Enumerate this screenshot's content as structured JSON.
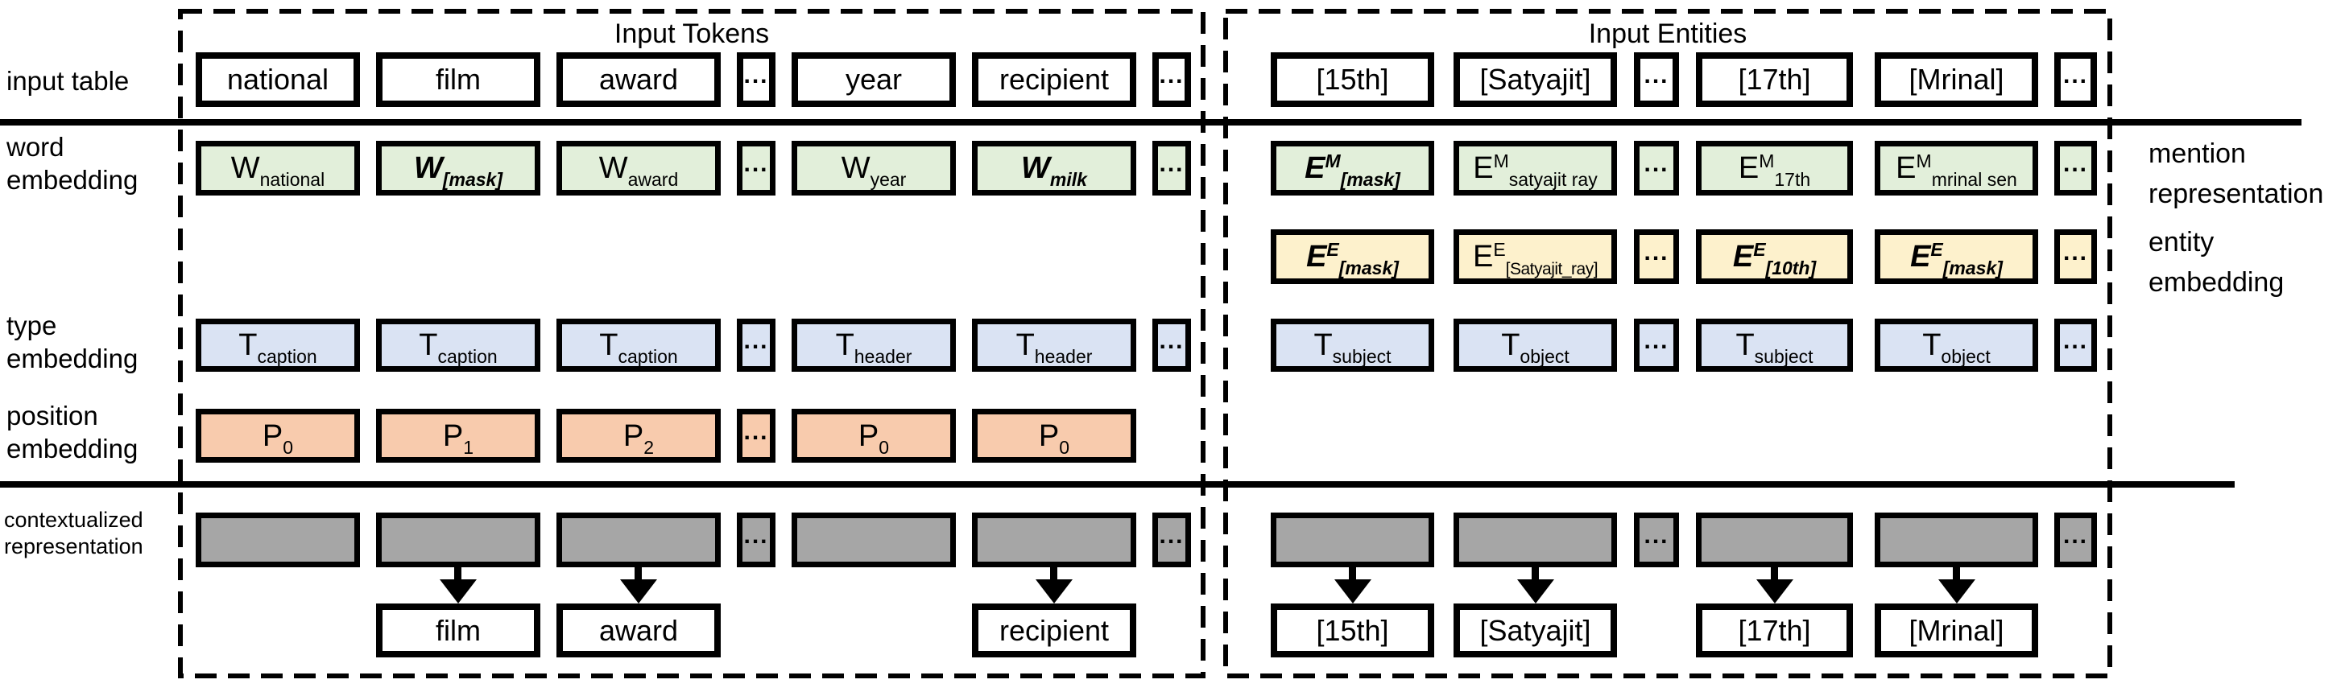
{
  "titles": {
    "tokens": "Input Tokens",
    "entities": "Input Entities"
  },
  "labels": {
    "input_table": "input table",
    "word_embedding": "word\nembedding",
    "type_embedding": "type\nembedding",
    "position_embedding": "position\nembedding",
    "contextualized": "contextualized\nrepresentation",
    "mention": "mention\nrepresentation",
    "entity": "entity\nembedding"
  },
  "ellipsis": "...",
  "colors": {
    "word_embedding_fill": "#E2EFDA",
    "entity_embedding_fill": "#FDF1CC",
    "type_embedding_fill": "#DAE3F3",
    "position_embedding_fill": "#F8CBAD",
    "contextualized_fill": "#A6A6A6",
    "outline": "#000000"
  },
  "rows": {
    "input": {
      "l1": "national",
      "l2": "film",
      "l3": "award",
      "l5": "year",
      "l6": "recipient",
      "r1": "[15th]",
      "r2": "[Satyajit]",
      "r4": "[17th]",
      "r5": "[Mrinal]"
    },
    "word": {
      "l1": {
        "main": "W",
        "sub": "national"
      },
      "l2": {
        "main": "W",
        "sub": "[mask]"
      },
      "l3": {
        "main": "W",
        "sub": "award"
      },
      "l5": {
        "main": "W",
        "sub": "year"
      },
      "l6": {
        "main": "W",
        "sub": "milk"
      },
      "r1": {
        "main": "E",
        "sup": "M",
        "sub": "[mask]"
      },
      "r2": {
        "main": "E",
        "sup": "M",
        "sub": "satyajit ray"
      },
      "r4": {
        "main": "E",
        "sup": "M",
        "sub": "17th"
      },
      "r5": {
        "main": "E",
        "sup": "M",
        "sub": "mrinal sen"
      }
    },
    "entity": {
      "r1": {
        "main": "E",
        "sup": "E",
        "sub": "[mask]"
      },
      "r2": {
        "main": "E",
        "sup": "E",
        "sub": "[Satyajit_ray]"
      },
      "r4": {
        "main": "E",
        "sup": "E",
        "sub": "[10th]"
      },
      "r5": {
        "main": "E",
        "sup": "E",
        "sub": "[mask]"
      }
    },
    "type": {
      "l1": {
        "main": "T",
        "sub": "caption"
      },
      "l2": {
        "main": "T",
        "sub": "caption"
      },
      "l3": {
        "main": "T",
        "sub": "caption"
      },
      "l5": {
        "main": "T",
        "sub": "header"
      },
      "l6": {
        "main": "T",
        "sub": "header"
      },
      "r1": {
        "main": "T",
        "sub": "subject"
      },
      "r2": {
        "main": "T",
        "sub": "object"
      },
      "r4": {
        "main": "T",
        "sub": "subject"
      },
      "r5": {
        "main": "T",
        "sub": "object"
      }
    },
    "position": {
      "l1": {
        "main": "P",
        "sub": "0"
      },
      "l2": {
        "main": "P",
        "sub": "1"
      },
      "l3": {
        "main": "P",
        "sub": "2"
      },
      "l5": {
        "main": "P",
        "sub": "0"
      },
      "l6": {
        "main": "P",
        "sub": "0"
      }
    },
    "output": {
      "l2": "film",
      "l3": "award",
      "l6": "recipient",
      "r1": "[15th]",
      "r2": "[Satyajit]",
      "r4": "[17th]",
      "r5": "[Mrinal]"
    }
  }
}
